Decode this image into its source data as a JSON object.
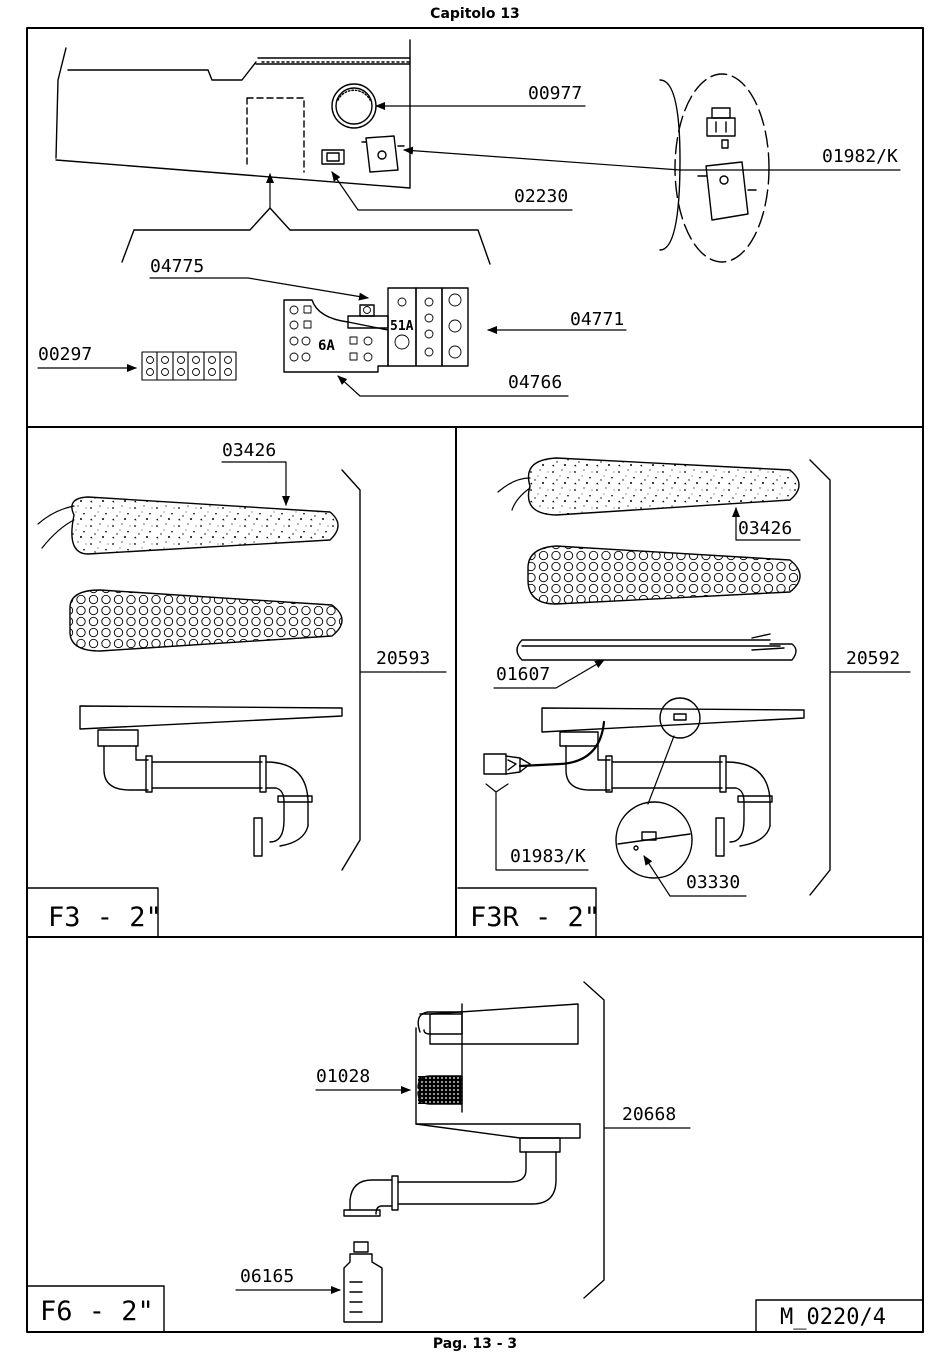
{
  "header": {
    "chapter": "Capitolo 13"
  },
  "footer": {
    "page": "Pag. 13 - 3"
  },
  "panel_top": {
    "labels": {
      "gauge": "00977",
      "holder": "01982/K",
      "switch": "02230",
      "contact": "04775",
      "terminal": "04771",
      "connector": "00297",
      "relay": "04766"
    },
    "markings": {
      "relay_rating": "6A",
      "terminal_rating": "51A"
    }
  },
  "panel_f3": {
    "labels": {
      "burner_cover": "03426",
      "assembly": "20593"
    },
    "model": "F3 - 2\""
  },
  "panel_f3r": {
    "labels": {
      "burner_cover": "03426",
      "heater": "01607",
      "assembly": "20592",
      "cable": "01983/K",
      "sensor": "03330"
    },
    "model": "F3R - 2\""
  },
  "panel_f6": {
    "labels": {
      "filter": "01028",
      "assembly": "20668",
      "bottle": "06165"
    },
    "model": "F6 - 2\"",
    "document_code": "M_0220/4"
  }
}
